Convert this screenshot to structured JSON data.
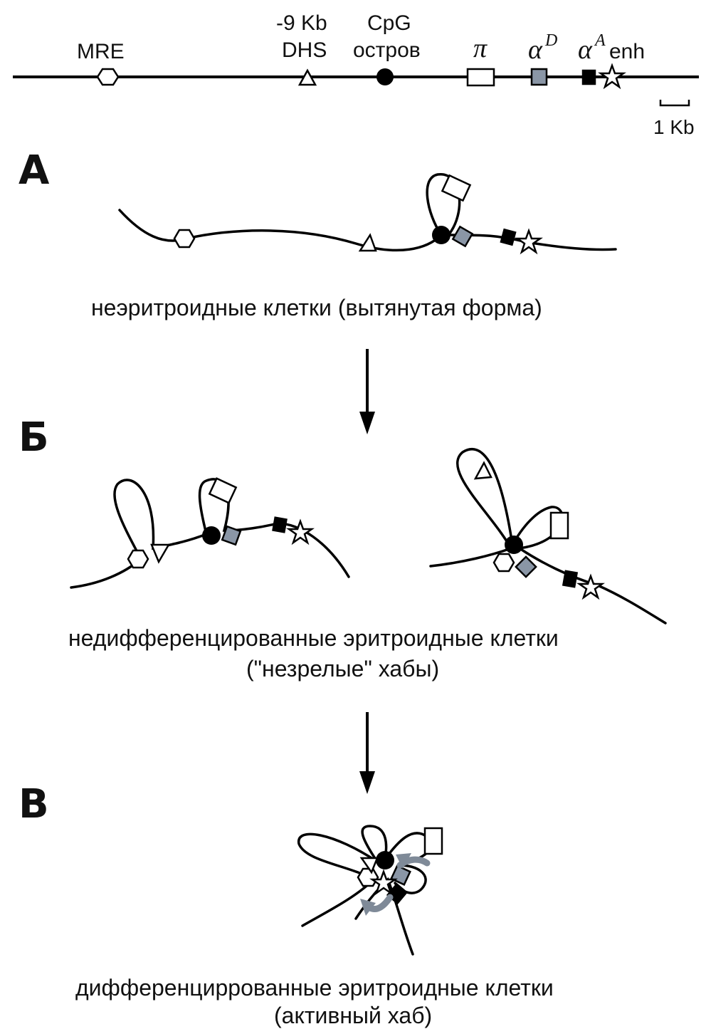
{
  "map": {
    "mre": "MRE",
    "dhs_line1": "-9 Kb",
    "dhs_line2": "DHS",
    "cpg_line1": "CpG",
    "cpg_line2": "остров",
    "pi": "π",
    "alpha_d": "α",
    "alpha_d_sup": "D",
    "alpha_a": "α",
    "alpha_a_sup": "A",
    "alpha_a_suffix": "enh",
    "scale": "1 Kb"
  },
  "panels": {
    "a": {
      "letter": "А",
      "caption": "неэритроидные клетки (вытянутая форма)"
    },
    "b": {
      "letter": "Б",
      "caption_line1": "недифференцированные эритроидные клетки",
      "caption_line2": "(\"незрелые\" хабы)"
    },
    "c": {
      "letter": "В",
      "caption_line1": "дифференцирров­анные эритроидные клетки",
      "caption_line2": "(активный хаб)"
    }
  },
  "colors": {
    "strand": "#000000",
    "alpha_d_box": "#8a96a6",
    "activation_arrow": "#7f8a98"
  },
  "icons": [
    "hexagon-mre",
    "triangle-dhs",
    "circle-cpg",
    "rect-white-pi",
    "rect-gray-alpha-d",
    "rect-black-alpha-a",
    "star-enh"
  ]
}
